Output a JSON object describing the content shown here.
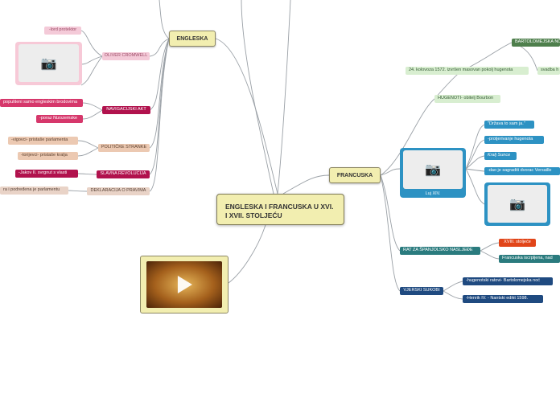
{
  "central": {
    "title": "ENGLESKA I FRANCUSKA U XVI. I XVII. STOLJEĆU"
  },
  "engleska": {
    "label": "ENGLESKA",
    "lord_protektor": "-lord protektor",
    "oliver": "OLIVER CROMWELL",
    "navigacijski": "NAVIGACIJSKI AKT",
    "navig_1": "populiteni samo engleskim brodovima",
    "navig_2": "-poraz Nizozemske",
    "politicke": "POLITIČKE STRANKE",
    "stranka_1": "-vigovci- pristaše parlamenta",
    "stranka_2": "-torijevci- pristaše kralja",
    "slavna": "SLAVNA REVOLUCIJA",
    "slavna_1": "-Jakov II. svrgnut s vlasti",
    "deklaracija": "DEKLARACIJA O PRAVIMA",
    "deklaracija_1": "ra i podređena je parlamentu"
  },
  "francuska": {
    "label": "FRANCUSKA",
    "bartolomejska": "BARTOLOMEJSKA NO",
    "kolovoz": "24. kolovoza 1572. izvršen masovan pokolj hugenota",
    "svadba": "svadba h",
    "hugenoti": "HUGENOTI- obitelj Bourbon",
    "luj": "Luj XIV.",
    "drzava": "\"Država to sam ja.\"",
    "progonstvo": "-protjerivanje hugenota",
    "kralj_sunce": "Kralj Sunce",
    "versailles": "-dao je sagraditi dvorac Versaille",
    "rat": "RAT ZA ŠPANJOLSKO NASLJEĐE",
    "xviii": "XVIII. stoljeće",
    "francuska_iscrpljena": "Francuska iscrpljena, nad",
    "vjerski": "VJERSKI SUKOBI",
    "vjerski_1": "-hugenotski ratovi- Bartolomejska noć",
    "vjerski_2": "-Henrik IV. - Nantski edikt 1598."
  },
  "icons": {
    "photo": "camera-icon",
    "video": "play-icon"
  },
  "colors": {
    "main_node": "#f2eeb0",
    "pink": "#d6376b",
    "blue": "#2d92c3",
    "navy": "#1f4a80",
    "green": "#4e7f4c",
    "orange": "#e14519"
  }
}
